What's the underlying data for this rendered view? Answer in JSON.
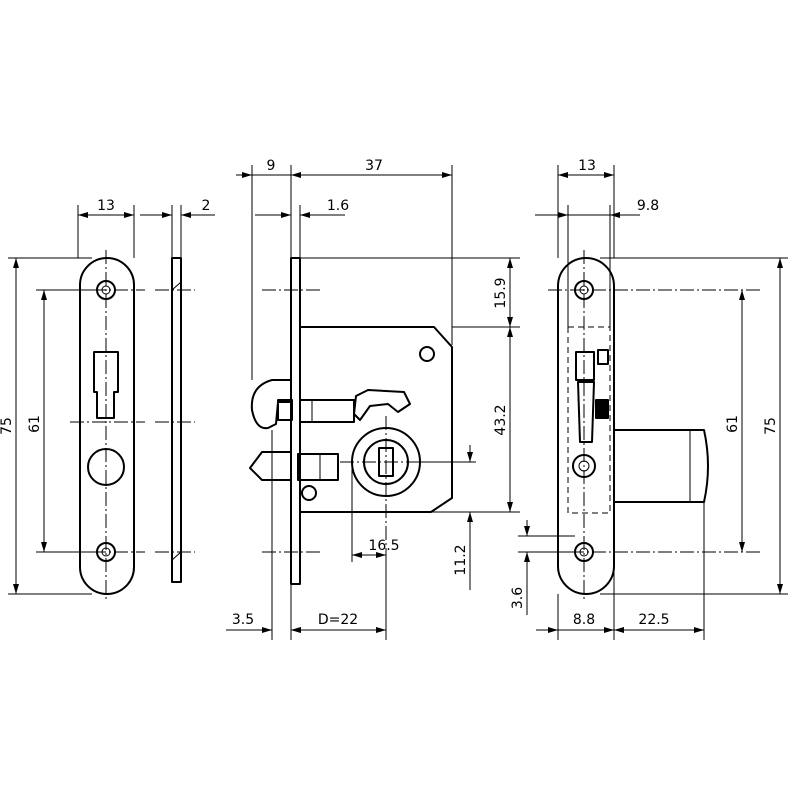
{
  "dimensions": {
    "strike_width": "13",
    "strike_thickness": "2",
    "strike_height": "75",
    "strike_hole_spacing": "61",
    "backset_front": "9",
    "case_depth": "37",
    "faceplate_thickness": "1.6",
    "top_to_bolt": "15.9",
    "case_height": "43.2",
    "key_to_bottom": "11.2",
    "key_offset": "16.5",
    "bolt_projection": "3.5",
    "backset": "D=22",
    "front_width": "13",
    "front_offset": "9.8",
    "front_hole_spacing": "61",
    "front_height": "75",
    "front_bottom_offset": "3.6",
    "cylinder_offset": "8.8",
    "cylinder_length": "22.5"
  }
}
